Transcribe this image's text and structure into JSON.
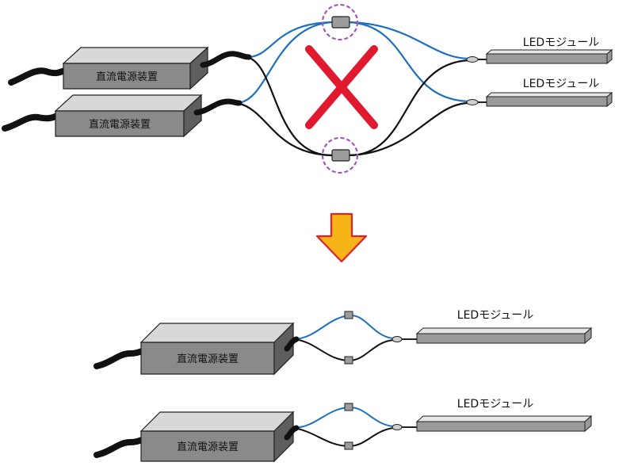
{
  "labels": {
    "psu": "直流電源装置",
    "led_module": "LEDモジュール"
  },
  "colors": {
    "background": "#ffffff",
    "psu_top": "#d8d8d8",
    "psu_front": "#8a8a8a",
    "psu_side": "#5e5e5e",
    "cable": "#111111",
    "wire_blue": "#1f6fbf",
    "wire_black": "#111111",
    "module_top": "#e6e6e6",
    "module_front": "#9a9a9a",
    "forbidden_cross": "#e0192e",
    "highlight_circle": "#a05ab4",
    "arrow_fill": "#f7b417",
    "arrow_stroke": "#e0222a"
  },
  "diagram": {
    "incorrect_wiring": {
      "marker": "cross-icon",
      "highlighted_joints": 2
    },
    "transition": {
      "marker": "down-arrow-icon"
    },
    "correct_wiring": {
      "marker": "none"
    }
  }
}
